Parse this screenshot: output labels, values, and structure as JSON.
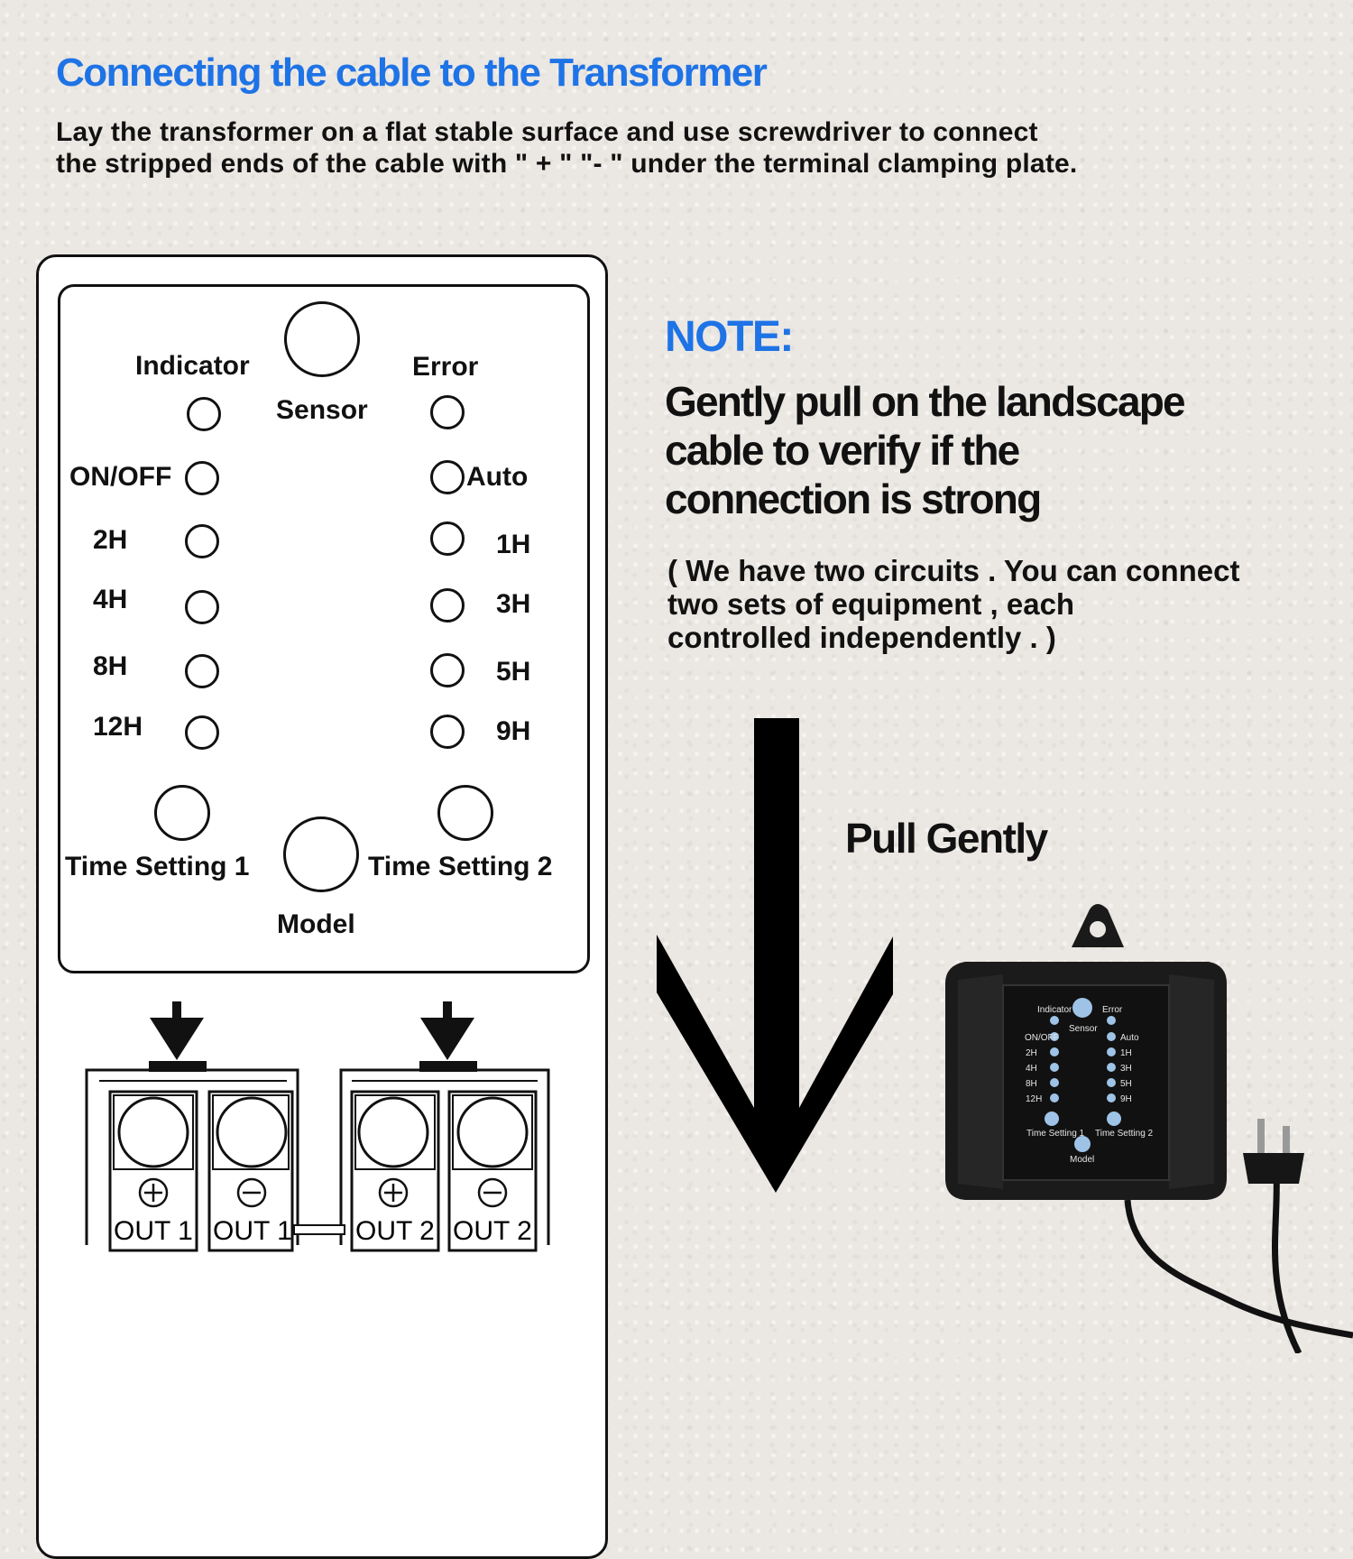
{
  "header": {
    "title": "Connecting the cable to the Transformer",
    "description_line1": "Lay the transformer on a flat stable surface and use screwdriver to connect",
    "description_line2": "the stripped ends of the cable with \" + \" \"- \" under the terminal clamping plate."
  },
  "panel": {
    "indicator": "Indicator",
    "error": "Error",
    "sensor": "Sensor",
    "on_off": "ON/OFF",
    "auto": "Auto",
    "left_times": [
      "2H",
      "4H",
      "8H",
      "12H"
    ],
    "right_times": [
      "1H",
      "3H",
      "5H",
      "9H"
    ],
    "time_setting_1": "Time Setting 1",
    "time_setting_2": "Time Setting 2",
    "model": "Model"
  },
  "terminals": [
    "OUT 1",
    "OUT 1",
    "OUT 2",
    "OUT 2"
  ],
  "note": {
    "label": "NOTE:",
    "line1": "Gently pull on the landscape",
    "line2": "cable to verify if the",
    "line3": "connection is strong",
    "circuits_line1": "( We have two circuits . You can connect",
    "circuits_line2": "two sets of equipment , each",
    "circuits_line3": "controlled independently . )"
  },
  "pull_label": "Pull Gently",
  "device": {
    "indicator": "Indicator",
    "error": "Error",
    "sensor": "Sensor",
    "on_off": "ON/OFF",
    "auto": "Auto",
    "left_times": [
      "2H",
      "4H",
      "8H",
      "12H"
    ],
    "right_times": [
      "1H",
      "3H",
      "5H",
      "9H"
    ],
    "time_setting_1": "Time Setting 1",
    "time_setting_2": "Time Setting 2",
    "model": "Model"
  },
  "colors": {
    "accent_blue": "#1e73e6",
    "led_blue": "#9ec3e6",
    "device_body": "#1a1a1a"
  }
}
